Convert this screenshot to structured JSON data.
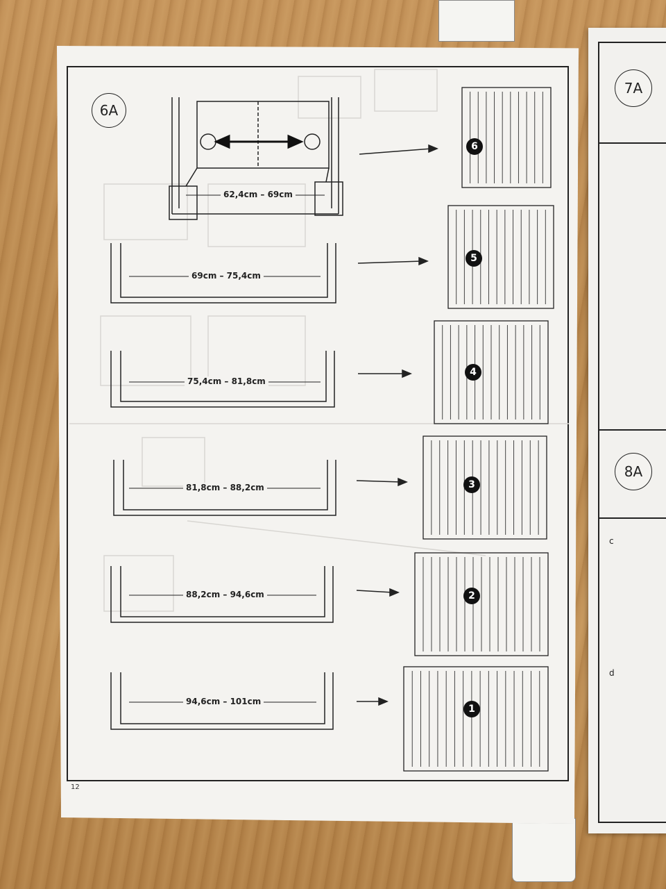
{
  "manual": {
    "step_left": "6A",
    "step_right_top": "7A",
    "step_right_bottom": "8A",
    "page_number": "12",
    "part_c": "c",
    "part_d": "d",
    "rows": [
      {
        "range": "62,4cm – 69cm",
        "gate_number": "6"
      },
      {
        "range": "69cm – 75,4cm",
        "gate_number": "5"
      },
      {
        "range": "75,4cm – 81,8cm",
        "gate_number": "4"
      },
      {
        "range": "81,8cm – 88,2cm",
        "gate_number": "3"
      },
      {
        "range": "88,2cm – 94,6cm",
        "gate_number": "2"
      },
      {
        "range": "94,6cm – 101cm",
        "gate_number": "1"
      }
    ]
  }
}
